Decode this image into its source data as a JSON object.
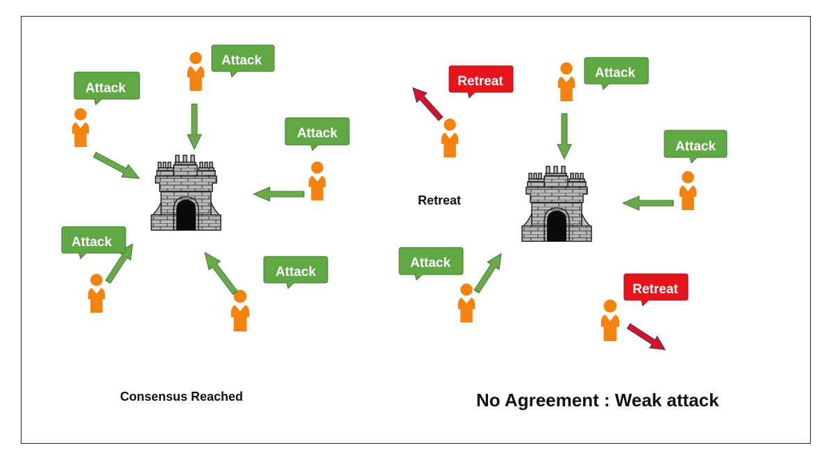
{
  "labels": {
    "attack": "Attack",
    "retreat": "Retreat",
    "standalone_retreat": "Retreat"
  },
  "captions": {
    "left": "Consensus Reached",
    "right": "No Agreement : Weak attack"
  },
  "colors": {
    "attack_bubble": "#5fa844",
    "attack_bubble_border": "#3d7a2a",
    "retreat_bubble": "#e8141c",
    "retreat_bubble_border": "#a30f13",
    "attack_arrow": "#6aaa4c",
    "attack_arrow_border": "#3f7d2e",
    "retreat_arrow": "#d6122a",
    "retreat_arrow_border": "#3a3a6a",
    "person": "#f5820f",
    "castle_stone": "#b9b9b9",
    "castle_mortar": "#333333"
  },
  "scenarios": [
    {
      "name_label": "Consensus Reached",
      "castle": "castle-icon",
      "generals": [
        {
          "message": "Attack",
          "direction": "toward-castle"
        },
        {
          "message": "Attack",
          "direction": "toward-castle"
        },
        {
          "message": "Attack",
          "direction": "toward-castle"
        },
        {
          "message": "Attack",
          "direction": "toward-castle"
        },
        {
          "message": "Attack",
          "direction": "toward-castle"
        }
      ]
    },
    {
      "name_label": "No Agreement : Weak attack",
      "castle": "castle-icon",
      "generals": [
        {
          "message": "Retreat",
          "direction": "away-from-castle"
        },
        {
          "message": "Attack",
          "direction": "toward-castle"
        },
        {
          "message": "Attack",
          "direction": "toward-castle"
        },
        {
          "message": "Attack",
          "direction": "toward-castle"
        },
        {
          "message": "Retreat",
          "direction": "away-from-castle"
        }
      ]
    }
  ]
}
